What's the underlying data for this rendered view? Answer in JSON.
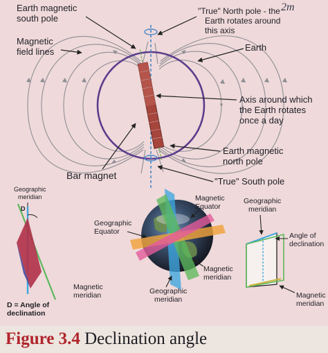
{
  "labels": {
    "earth_magnetic_south_pole": [
      "Earth magnetic",
      "south pole"
    ],
    "true_north_pole": [
      "\"True\" North pole - the",
      "Earth rotates around",
      "this axis"
    ],
    "magnetic_field_lines": [
      "Magnetic",
      "field lines"
    ],
    "earth": "Earth",
    "rotation_axis": [
      "Axis around which",
      "the Earth rotates",
      "once a day"
    ],
    "bar_magnet": "Bar magnet",
    "earth_magnetic_north_pole": [
      "Earth magnetic",
      "north pole"
    ],
    "true_south_pole": "\"True\" South pole"
  },
  "panel_left": {
    "geographic_meridian": [
      "Geographic",
      "meridian"
    ],
    "angle_symbol": "D",
    "magnetic_meridian": [
      "Magnetic",
      "meridian"
    ],
    "angle_definition": [
      "D = Angle of",
      "declination"
    ]
  },
  "panel_middle": {
    "geographic_equator": [
      "Geographic",
      "Equator"
    ],
    "magnetic_equator": [
      "Magnetic",
      "Equator"
    ],
    "magnetic_meridian": [
      "Magnetic",
      "meridian"
    ],
    "geographic_meridian": [
      "Geographic",
      "meridian"
    ]
  },
  "panel_right": {
    "geographic_meridian": [
      "Geographic",
      "meridian"
    ],
    "angle_of_declination": [
      "Angle of",
      "declination"
    ],
    "magnetic_meridian": [
      "Magnetic",
      "meridian"
    ]
  },
  "caption": {
    "number": "Figure 3.4",
    "title": "Declination angle"
  },
  "handwriting": "2m",
  "colors": {
    "earth_circle": "#5b3d8c",
    "field_lines": "#8e8e94",
    "bar_magnet": "#a6453c",
    "axis_dashes": "#4a88c9",
    "geographic_plane": "#3fa7e0",
    "magnetic_plane": "#5cb85c",
    "caption_red": "#b0252c"
  }
}
